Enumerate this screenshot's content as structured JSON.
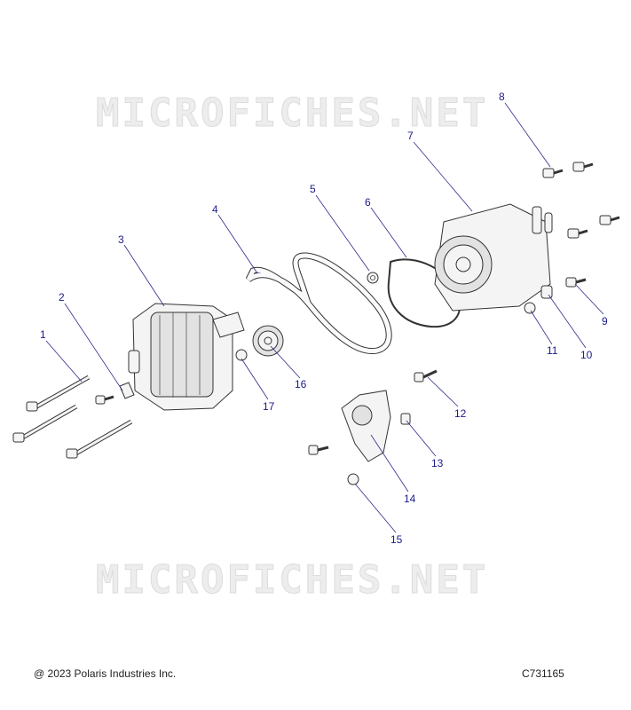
{
  "watermark": {
    "top": "MICROFICHES.NET",
    "bottom": "MICROFICHES.NET"
  },
  "callouts": [
    "1",
    "2",
    "3",
    "4",
    "5",
    "6",
    "7",
    "8",
    "9",
    "10",
    "11",
    "12",
    "13",
    "14",
    "15",
    "16",
    "17"
  ],
  "footer": {
    "copyright": "@ 2023 Polaris Industries Inc.",
    "figure_code": "C731165"
  },
  "colors": {
    "callout": "#1a1a8a",
    "watermark": "#e6e6e6"
  }
}
